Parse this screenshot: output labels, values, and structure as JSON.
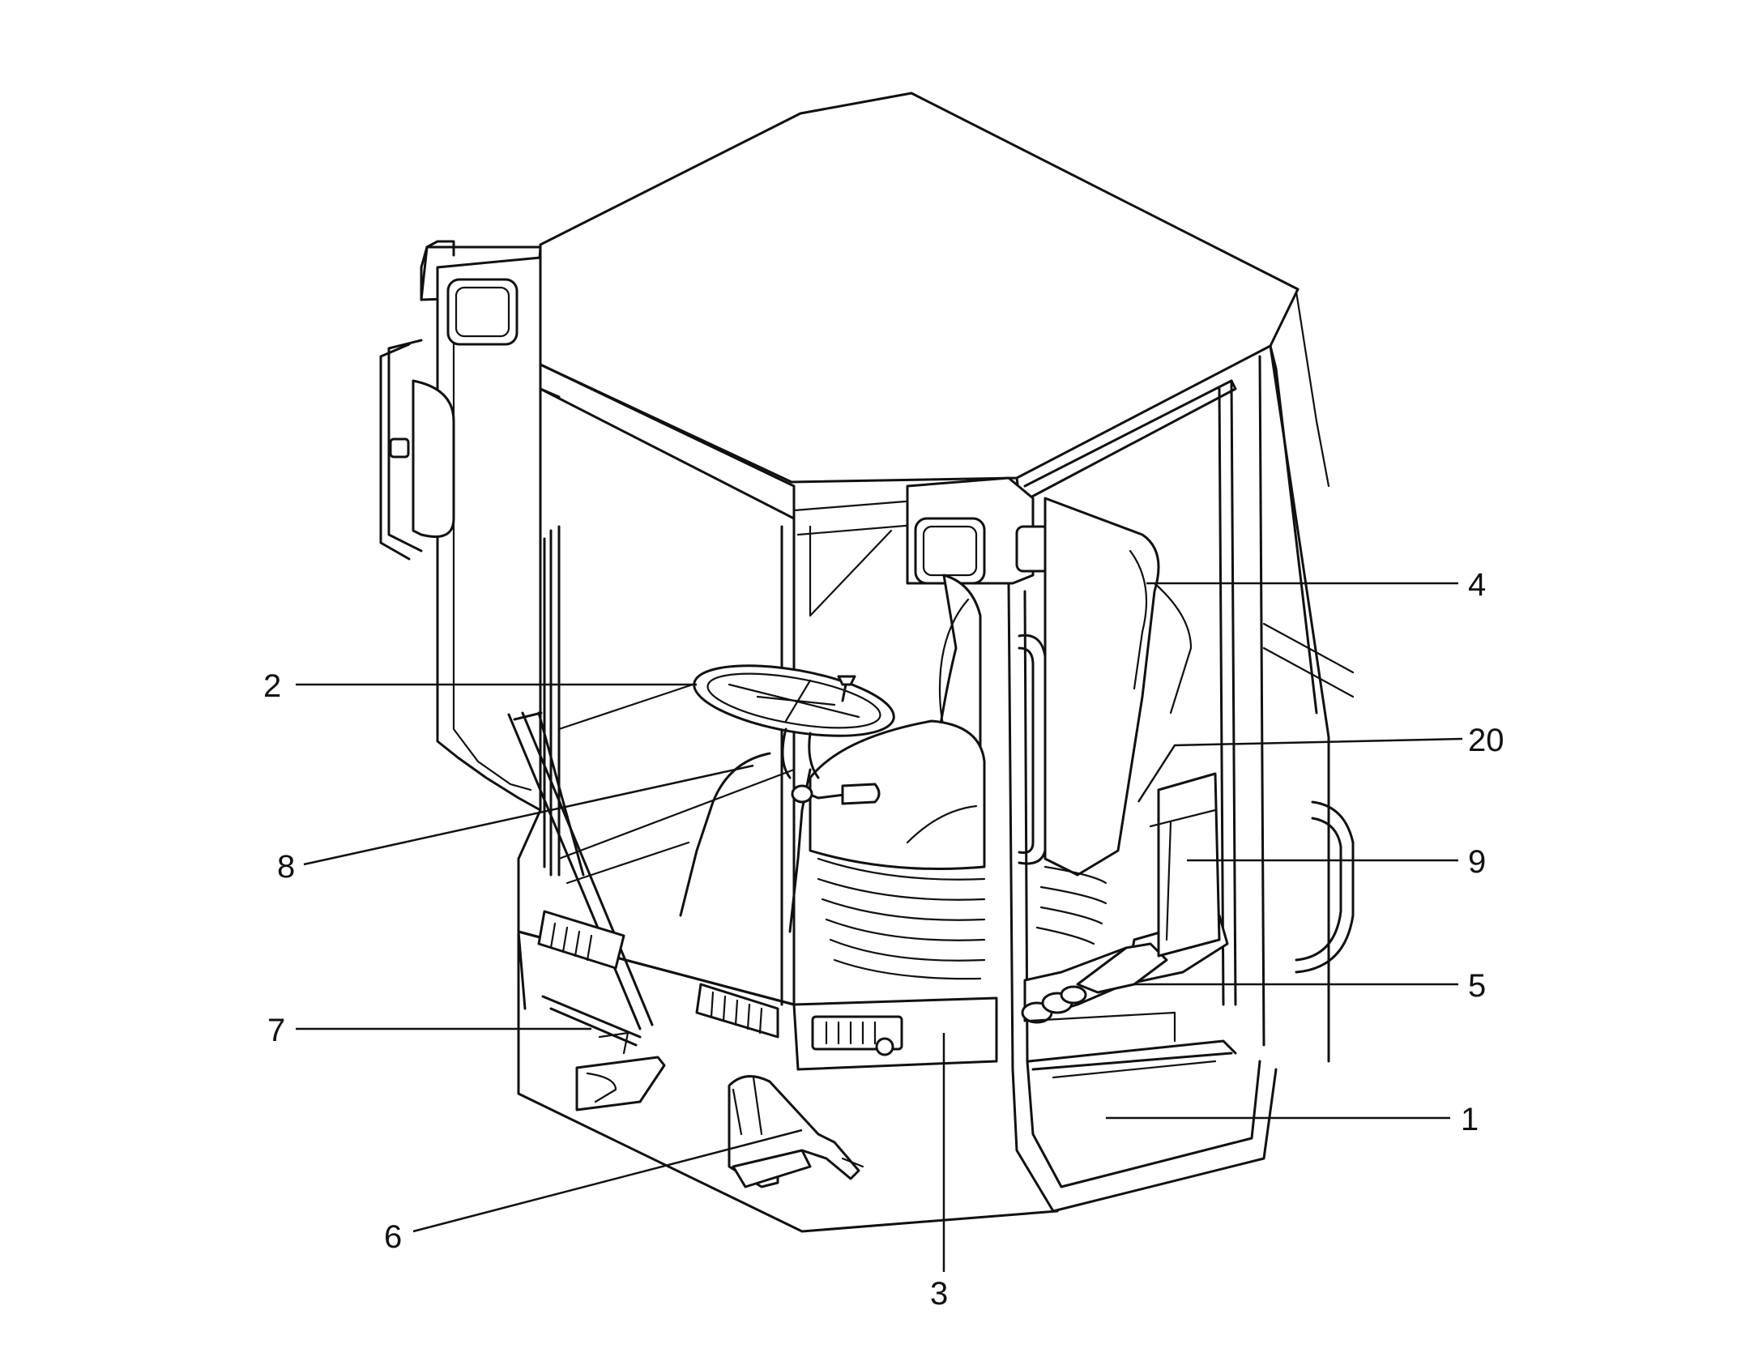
{
  "callouts": [
    {
      "id": "c1",
      "text": "1"
    },
    {
      "id": "c2",
      "text": "2"
    },
    {
      "id": "c3",
      "text": "3"
    },
    {
      "id": "c4",
      "text": "4"
    },
    {
      "id": "c5",
      "text": "5"
    },
    {
      "id": "c6",
      "text": "6"
    },
    {
      "id": "c7",
      "text": "7"
    },
    {
      "id": "c8",
      "text": "8"
    },
    {
      "id": "c9",
      "text": "9"
    },
    {
      "id": "c20",
      "text": "20"
    }
  ]
}
